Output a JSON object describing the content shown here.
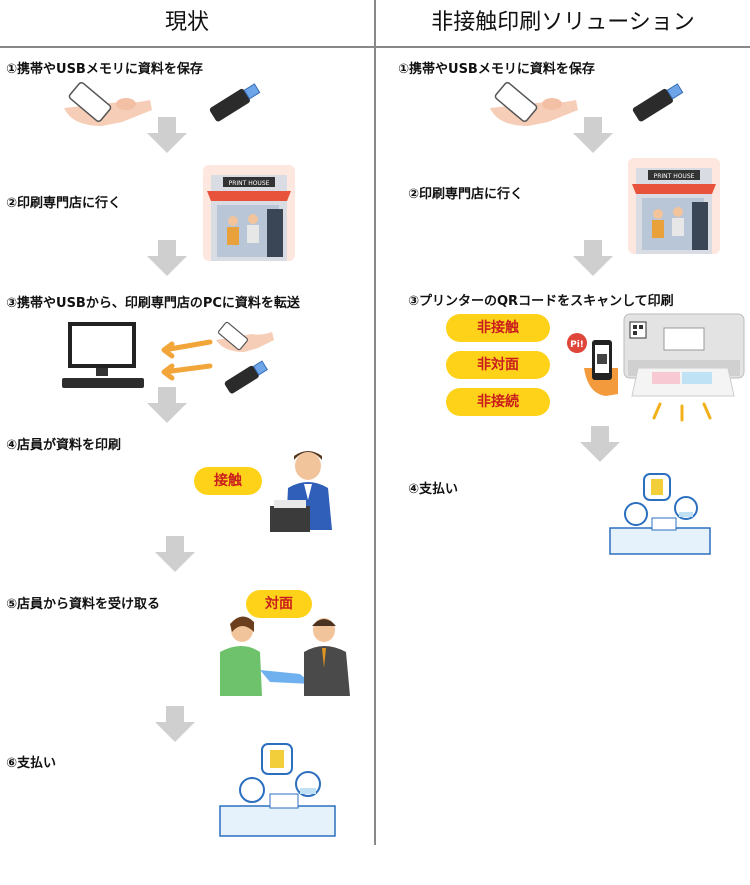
{
  "headers": {
    "left": "現状",
    "right": "非接触印刷ソリューション"
  },
  "left_steps": [
    "①携帯やUSBメモリに資料を保存",
    "②印刷専門店に行く",
    "③携帯やUSBから、印刷専門店のPCに資料を転送",
    "④店員が資料を印刷",
    "⑤店員から資料を受け取る",
    "⑥支払い"
  ],
  "right_steps": [
    "①携帯やUSBメモリに資料を保存",
    "②印刷専門店に行く",
    "③プリンターのQRコードをスキャンして印刷",
    "④支払い"
  ],
  "left_badges": {
    "contact": "接触",
    "face": "対面"
  },
  "right_badges": [
    "非接触",
    "非対面",
    "非接続"
  ],
  "shop_sign": "PRINT HOUSE",
  "phone_bubble": "Pi!",
  "colors": {
    "badge": "#ffd21a",
    "badge_text": "#c81e1e",
    "arrow": "#cfcfcf"
  }
}
